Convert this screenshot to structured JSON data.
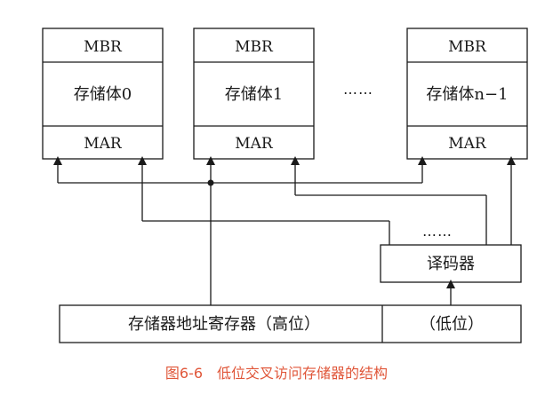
{
  "banks": [
    {
      "mbr": "MBR",
      "body": "存储体0",
      "mar": "MAR"
    },
    {
      "mbr": "MBR",
      "body": "存储体1",
      "mar": "MAR"
    },
    {
      "mbr": "MBR",
      "body": "存储体n−1",
      "mar": "MAR"
    }
  ],
  "ellipsis_top": "……",
  "ellipsis_mid": "……",
  "decoder": "译码器",
  "addr_reg": {
    "high": "存储器地址寄存器（高位）",
    "low": "（低位）"
  },
  "caption": "图6-6　低位交叉访问存储器的结构"
}
